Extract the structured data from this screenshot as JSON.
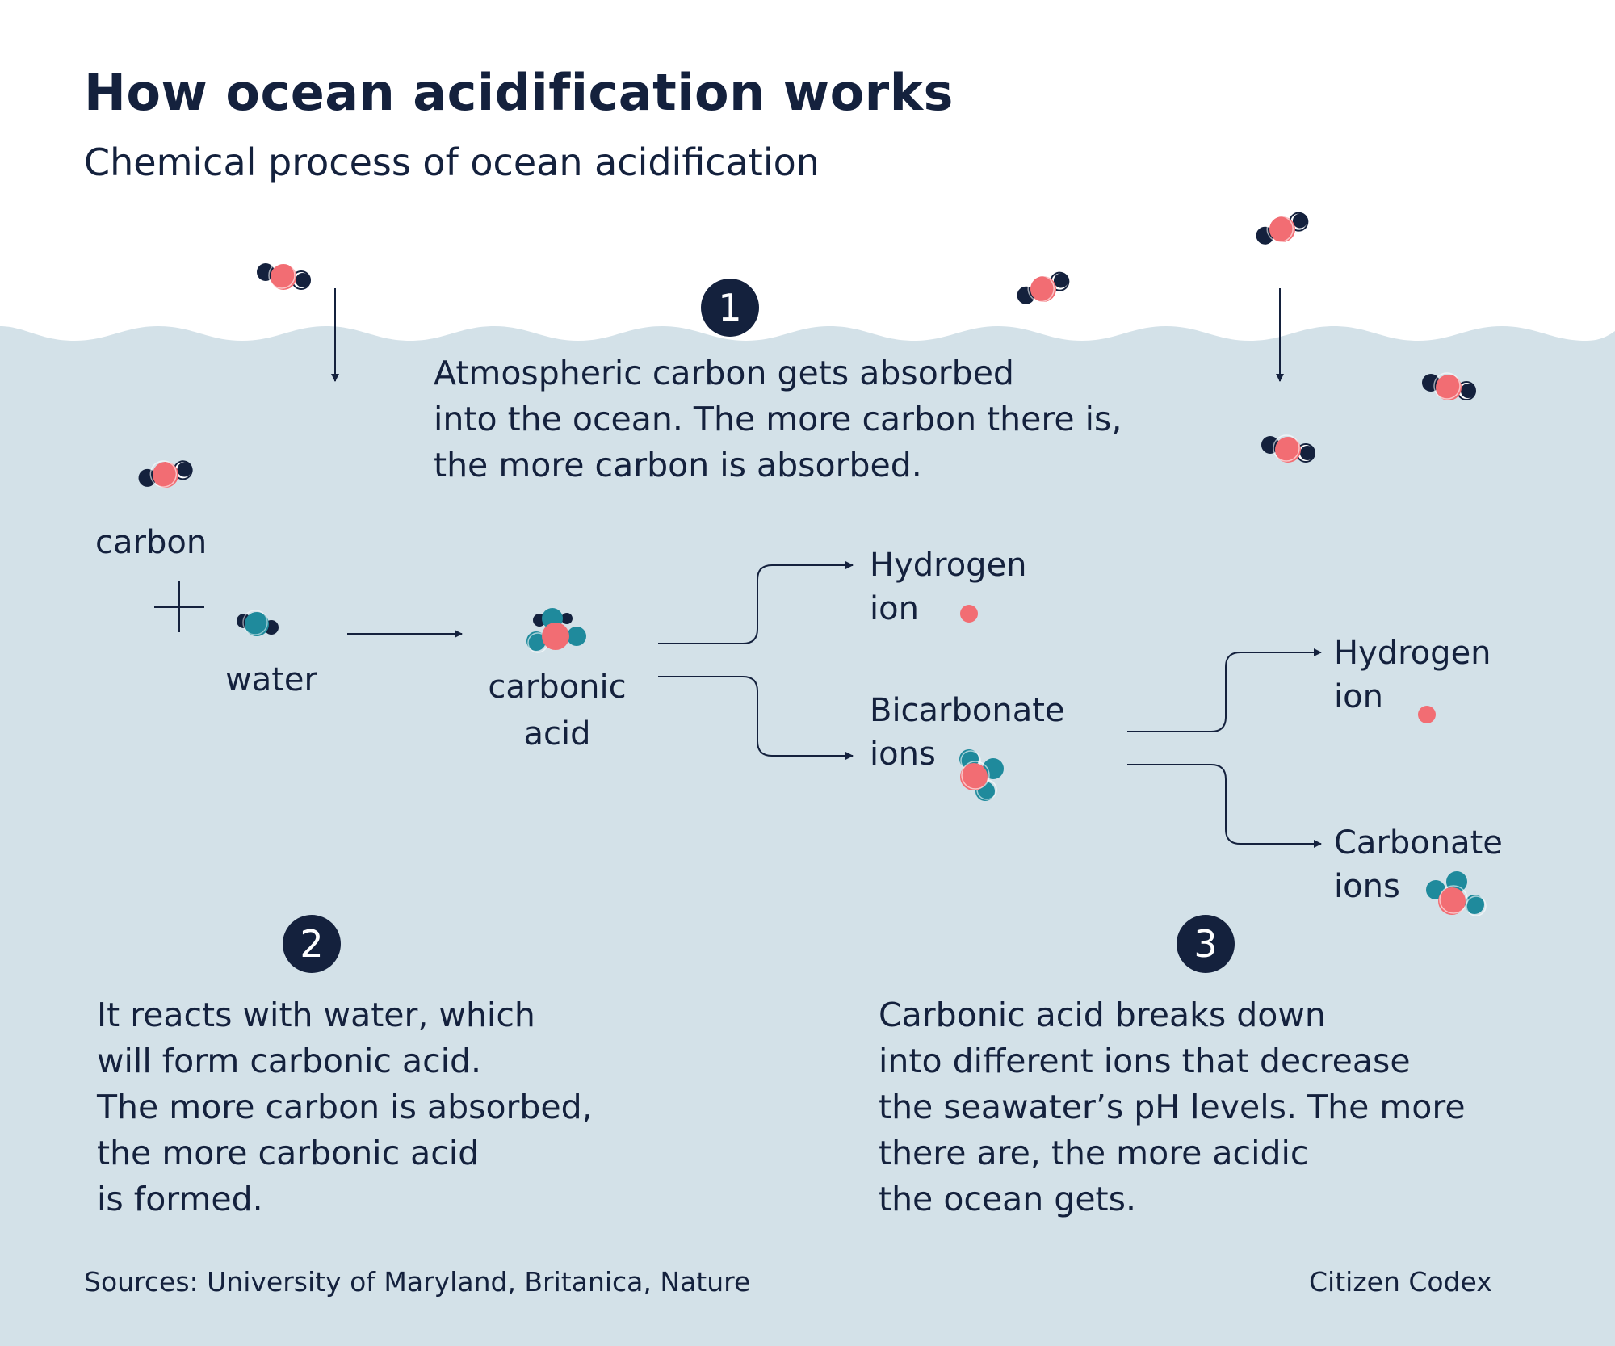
{
  "title": "How ocean acidification works",
  "subtitle": "Chemical process of ocean acidification",
  "steps": [
    {
      "number": "1",
      "lines": [
        "Atmospheric carbon gets absorbed",
        "into the ocean. The more carbon there is,",
        "the more carbon is absorbed."
      ]
    },
    {
      "number": "2",
      "lines": [
        "It reacts with water, which",
        "will form carbonic acid.",
        "The more carbon is absorbed,",
        "the more carbonic acid",
        "is formed."
      ]
    },
    {
      "number": "3",
      "lines": [
        "Carbonic acid breaks down",
        "into different ions that decrease",
        "the seawater’s pH levels. The more",
        "there are, the more acidic",
        "the ocean gets."
      ]
    }
  ],
  "labels": {
    "carbon": "carbon",
    "plus": "+",
    "water": "water",
    "carbonic_acid": [
      "carbonic",
      "acid"
    ],
    "hydrogen_ion_1": [
      "Hydrogen",
      "ion"
    ],
    "bicarbonate_ions": [
      "Bicarbonate",
      "ions"
    ],
    "hydrogen_ion_2": [
      "Hydrogen",
      "ion"
    ],
    "carbonate_ions": [
      "Carbonate",
      "ions"
    ]
  },
  "footer": {
    "sources": "Sources: University of Maryland, Britanica, Nature",
    "brand": "Citizen Codex"
  },
  "colors": {
    "ocean": "#d3e1e8",
    "navy": "#14213d",
    "coral": "#f26d73",
    "teal": "#1f8a9c",
    "background": "#ffffff"
  },
  "icons": [
    "co2-molecule-icon",
    "water-molecule-icon",
    "carbonic-acid-molecule-icon",
    "hydrogen-ion-icon",
    "bicarbonate-ion-icon",
    "carbonate-ion-icon",
    "arrow-icon"
  ]
}
